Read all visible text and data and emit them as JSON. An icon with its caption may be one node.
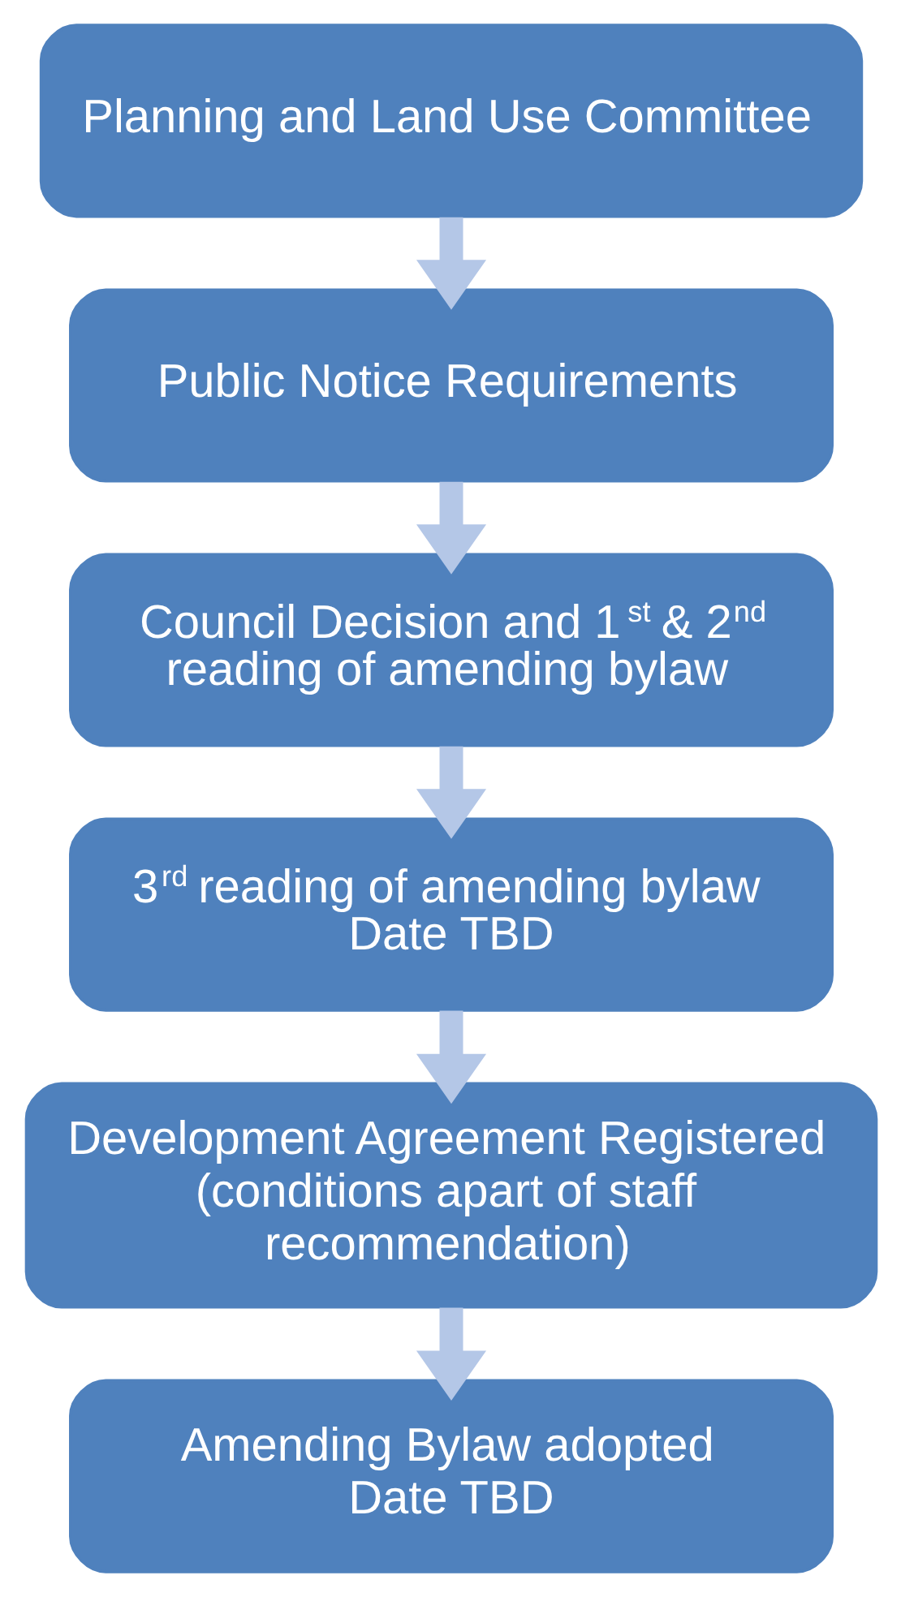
{
  "diagram": {
    "nodes": [
      {
        "text": [
          "Planning and Land Use Committee"
        ]
      },
      {
        "text": [
          "Public Notice Requirements"
        ]
      },
      {
        "text": [
          "Council Decision and 1$^{st}$ & 2$^{nd}$ reading of amending bylaw"
        ]
      },
      {
        "text": [
          "3$^{rd}$ reading of amending bylaw",
          "Date TBD"
        ]
      },
      {
        "text": [
          "Development Agreement Registered",
          "(conditions apart of staff recommendation)"
        ]
      },
      {
        "text": [
          "Amending Bylaw adopted",
          "Date TBD"
        ]
      }
    ],
    "edges": [
      {
        "from": 0,
        "to": 1,
        "arrow": "to"
      },
      {
        "from": 1,
        "to": 2,
        "arrow": "to"
      },
      {
        "from": 2,
        "to": 3,
        "arrow": "to"
      },
      {
        "from": 3,
        "to": 4,
        "arrow": "to"
      },
      {
        "from": 4,
        "to": 5,
        "arrow": "to"
      }
    ]
  }
}
